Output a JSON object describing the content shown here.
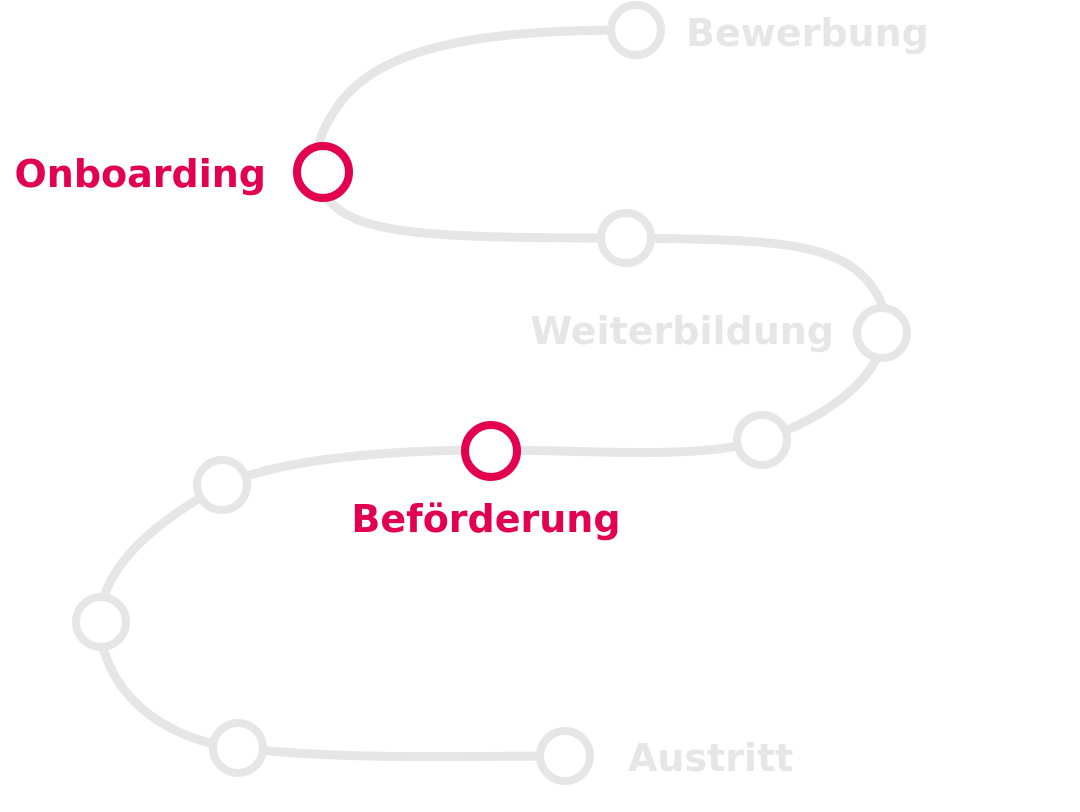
{
  "diagram": {
    "colors": {
      "path": "#e6e6e6",
      "inactive": "#e6e6e6",
      "active": "#e3004f",
      "node_fill": "#ffffff"
    },
    "stages": [
      {
        "label": "Bewerbung",
        "active": false
      },
      {
        "label": "Onboarding",
        "active": true
      },
      {
        "label": "Weiterbildung",
        "active": false
      },
      {
        "label": "Beförderung",
        "active": true
      },
      {
        "label": "Austritt",
        "active": false
      }
    ]
  }
}
